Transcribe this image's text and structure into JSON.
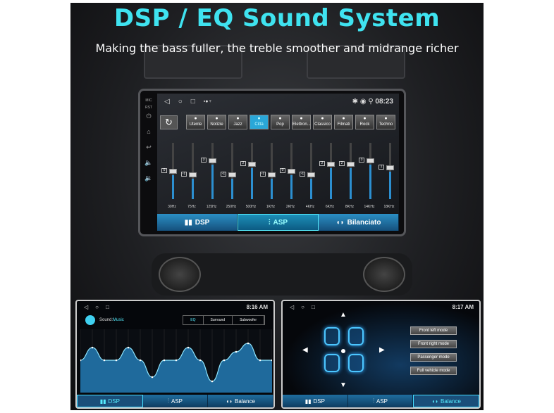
{
  "header": {
    "title": "DSP / EQ Sound System",
    "subtitle": "Making the bass fuller, the treble smoother and midrange richer"
  },
  "main_screen": {
    "side_labels": [
      "MIC",
      "RST"
    ],
    "status": {
      "time": "08:23"
    },
    "reset_icon": "refresh-icon",
    "presets": [
      {
        "label": "Utente"
      },
      {
        "label": "Notizie"
      },
      {
        "label": "Jazz"
      },
      {
        "label": "Città",
        "active": true
      },
      {
        "label": "Pop"
      },
      {
        "label": "Elettron..."
      },
      {
        "label": "Classico"
      },
      {
        "label": "Filmati"
      },
      {
        "label": "Rock"
      },
      {
        "label": "Techno"
      }
    ],
    "bands": [
      {
        "freq": "30Hz",
        "value": 0
      },
      {
        "freq": "75Hz",
        "value": -1
      },
      {
        "freq": "125Hz",
        "value": 3
      },
      {
        "freq": "250Hz",
        "value": -1
      },
      {
        "freq": "500Hz",
        "value": 2
      },
      {
        "freq": "1KHz",
        "value": -1
      },
      {
        "freq": "2KHz",
        "value": 0
      },
      {
        "freq": "4KHz",
        "value": -1
      },
      {
        "freq": "6KHz",
        "value": 2
      },
      {
        "freq": "8KHz",
        "value": 2
      },
      {
        "freq": "14KHz",
        "value": 3
      },
      {
        "freq": "18KHz",
        "value": 1
      }
    ],
    "tabs": [
      {
        "label": "DSP",
        "icon": "bar-chart-icon"
      },
      {
        "label": "ASP",
        "icon": "sliders-icon",
        "active": true
      },
      {
        "label": "Bilanciato",
        "icon": "speaker-icon"
      }
    ]
  },
  "eq_inset": {
    "status": {
      "time": "8:16 AM"
    },
    "sound_label": "Sound:",
    "sound_value": "Music",
    "segments": [
      {
        "label": "EQ",
        "active": true
      },
      {
        "label": "Surround"
      },
      {
        "label": "Subwoofer"
      }
    ],
    "curve_levels": [
      1,
      4,
      1,
      1,
      4,
      1,
      -3,
      1,
      1,
      4,
      1,
      -4,
      1,
      3,
      5,
      1,
      1
    ],
    "tabs": [
      {
        "label": "DSP",
        "active": true
      },
      {
        "label": "ASP"
      },
      {
        "label": "Balance"
      }
    ]
  },
  "balance_inset": {
    "status": {
      "time": "8:17 AM"
    },
    "modes": [
      "Front left mode",
      "Front right mode",
      "Passenger mode",
      "Full vehicle mode"
    ],
    "tabs": [
      {
        "label": "DSP"
      },
      {
        "label": "ASP"
      },
      {
        "label": "Balance",
        "active": true
      }
    ]
  },
  "colors": {
    "accent": "#3fe3f0",
    "tab_blue": "#2b8fc4"
  }
}
